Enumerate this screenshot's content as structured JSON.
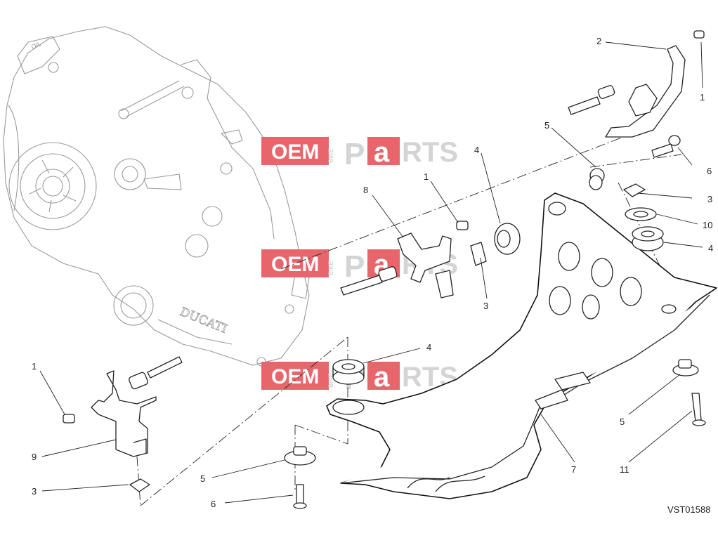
{
  "engine_marking": "DUCATI",
  "oil_cap_marking": "OIL",
  "drawing_ref": "VST01588",
  "watermark": {
    "oem": "OEM",
    "bike": "BIKE",
    "p": "P",
    "a": "a",
    "rts": "RTS",
    "accent_color": "#e8666b"
  },
  "callouts": {
    "c1_top_right": "1",
    "c2_top": "2",
    "c5_top": "5",
    "c6": "6",
    "c4_mid": "4",
    "c1_mid": "1",
    "c8": "8",
    "c3_right": "3",
    "c10": "10",
    "c4_right": "4",
    "c3_mid": "3",
    "c4_low": "4",
    "c1_left": "1",
    "c9": "9",
    "c3_left": "3",
    "c5_low_left": "5",
    "c6_low": "6",
    "c7": "7",
    "c5_low_right": "5",
    "c11": "11"
  }
}
